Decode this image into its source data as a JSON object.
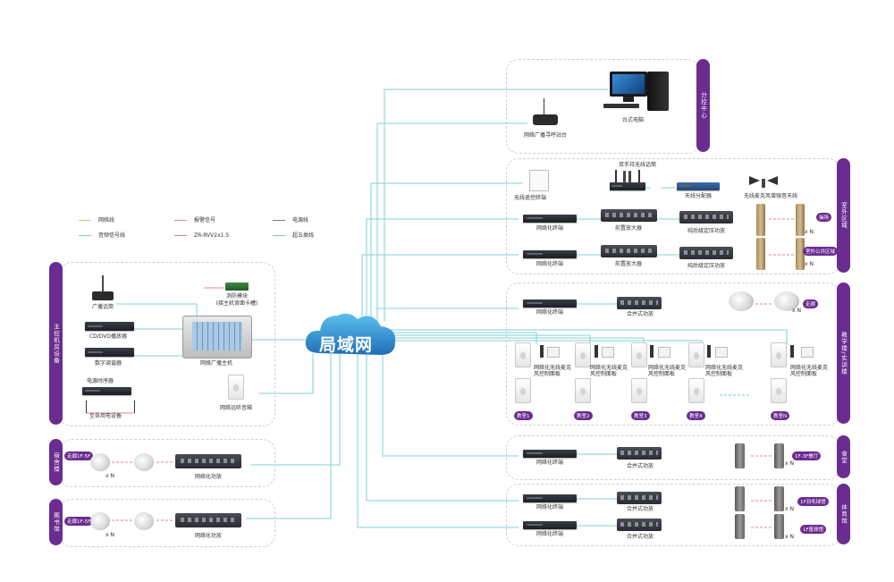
{
  "cloud": {
    "label": "局域网"
  },
  "legend": {
    "items": [
      {
        "label": "网络线",
        "color": "#f2b96b"
      },
      {
        "label": "报警信号",
        "color": "#e8838f"
      },
      {
        "label": "电源线",
        "color": "#8a6fa8"
      },
      {
        "label": "音频信号线",
        "color": "#7ccdd6"
      },
      {
        "label": "ZR-RVV2x1.5",
        "color": "#e8838f"
      },
      {
        "label": "超五类线",
        "color": "#7fc7d0"
      }
    ]
  },
  "zones": {
    "control": "分控中心",
    "outdoor": "室外区域",
    "teaching": "教学楼/实训楼",
    "main": "主控机房设备",
    "dorm": "宿舍楼",
    "library": "图书馆",
    "canteen": "食堂",
    "gym": "体育馆"
  },
  "labels": {
    "computer": "台式电脑",
    "call_station": "网络广播寻呼站台",
    "wireless_mic": "双手持无线话筒",
    "remote_term": "无线遥控终端",
    "antenna_split": "天线分配器",
    "mic_speaker": "无线麦克风增强音天线",
    "net_term": "网络化终端",
    "preamp": "前置放大器",
    "line_amp": "纯后级定压功放",
    "xn": "x N",
    "tag_track": "操场",
    "tag_public": "室外公共区域",
    "mixer_amp": "合并式功放",
    "tag_corridor": "走廊",
    "wmic_panel": "网络化无线麦克风控制面板",
    "classrooms": [
      "教室1",
      "教室2",
      "教室3",
      "教室4",
      "教室N"
    ],
    "paging_mic": "广播话筒",
    "fire_module": "消防模块",
    "fire_module_sub": "(接主机背面卡槽)",
    "cd_player": "CD/DVD播放器",
    "tuner": "数字调谐器",
    "host": "网络广播主机",
    "seq_power": "电源时序器",
    "to_power": "至各用电设备",
    "net_speaker": "网络远听音箱",
    "tag_dorm_floor": "走廊1F-5F",
    "net_amp": "网络化功放",
    "tag_lib_floor": "走廊1F-5F",
    "tag_canteen": "1F-3F餐厅",
    "tag_gym1": "1F羽毛球馆",
    "tag_gym2": "1F篮球馆"
  }
}
